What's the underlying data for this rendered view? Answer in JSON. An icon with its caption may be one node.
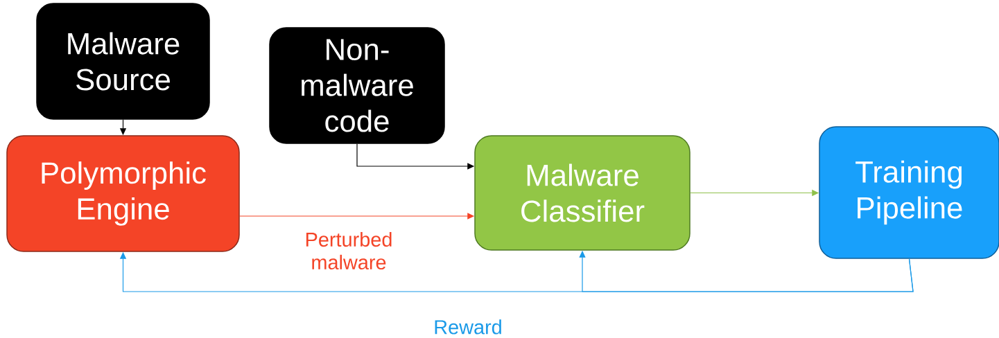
{
  "diagram": {
    "nodes": [
      {
        "text": [
          "Malware Source"
        ]
      },
      {
        "text": [
          "Non-malware code"
        ]
      },
      {
        "text": [
          "Polymorphic Engine"
        ]
      },
      {
        "text": [
          "Malware Classifier"
        ]
      },
      {
        "text": [
          "Training Pipeline"
        ]
      }
    ],
    "edges": [
      {
        "from": 0,
        "to": 2,
        "arrow": "to"
      },
      {
        "from": 1,
        "to": 3,
        "arrow": "to"
      },
      {
        "from": 2,
        "to": 3,
        "arrow": "to",
        "label": "Perturbed malware",
        "color": "#f44427"
      },
      {
        "from": 3,
        "to": 4,
        "arrow": "to",
        "color": "#8fc04a"
      },
      {
        "from": 4,
        "to": 2,
        "arrow": "to",
        "label": "Reward",
        "color": "#1a9ae8"
      },
      {
        "from": 4,
        "to": 3,
        "arrow": "to",
        "color": "#1a9ae8"
      }
    ]
  }
}
